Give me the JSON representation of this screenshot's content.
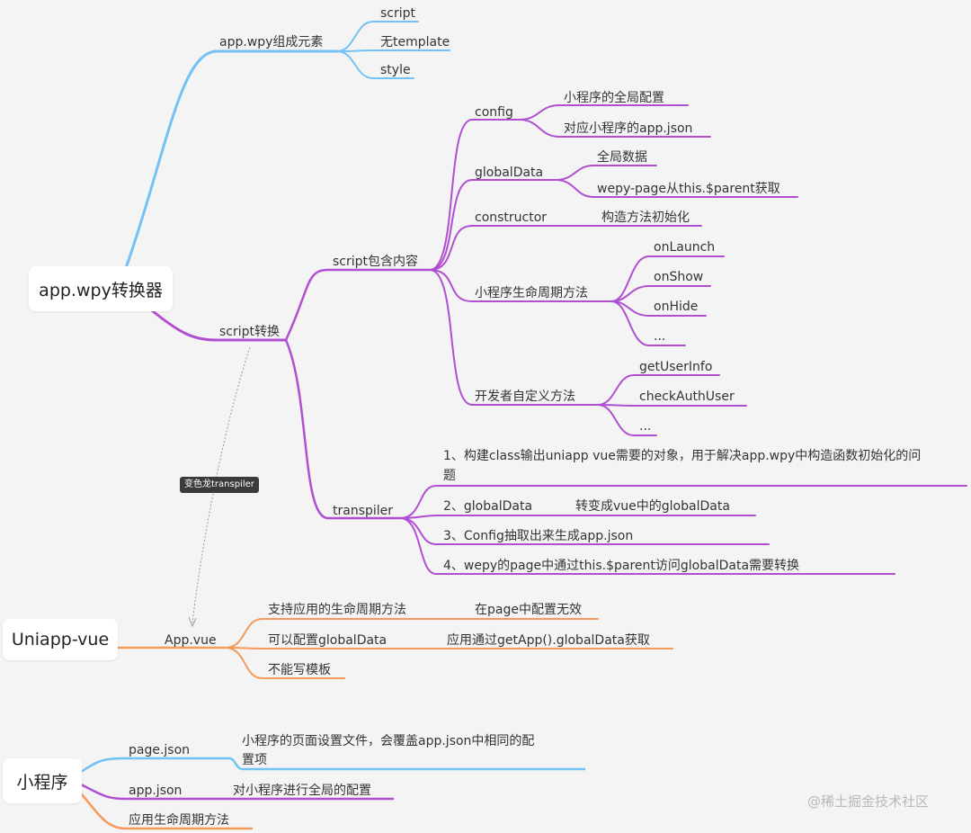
{
  "colors": {
    "blue": "#74c1f5",
    "purple": "#b04fd1",
    "orange": "#f59a5b"
  },
  "roots": {
    "app_wpy": "app.wpy转换器",
    "uniapp_vue": "Uniapp-vue",
    "miniprogram": "小程序"
  },
  "app_wpy_components": {
    "label": "app.wpy组成元素",
    "children": [
      "script",
      "无template",
      "style"
    ]
  },
  "script_convert": {
    "label": "script转换",
    "script_contents": {
      "label": "script包含内容",
      "config": {
        "label": "config",
        "children": [
          "小程序的全局配置",
          "对应小程序的app.json"
        ]
      },
      "globalData": {
        "label": "globalData",
        "children": [
          "全局数据",
          "wepy-page从this.$parent获取"
        ]
      },
      "constructor": {
        "label": "constructor",
        "child": "构造方法初始化"
      },
      "lifecycle": {
        "label": "小程序生命周期方法",
        "children": [
          "onLaunch",
          "onShow",
          "onHide",
          "..."
        ]
      },
      "custom": {
        "label": "开发者自定义方法",
        "children": [
          "getUserInfo",
          "checkAuthUser",
          "..."
        ]
      }
    },
    "transpiler": {
      "label": "transpiler",
      "items": [
        "1、构建class输出uniapp vue需要的对象，用于解决app.wpy中构造函数初始化的问",
        "题",
        "2、globalData",
        "转变成vue中的globalData",
        "3、Config抽取出来生成app.json",
        "4、wepy的page中通过this.$parent访问globalData需要转换"
      ]
    }
  },
  "tooltip": "变色龙transpiler",
  "app_vue": {
    "label": "App.vue",
    "items": [
      {
        "label": "支持应用的生命周期方法",
        "note": "在page中配置无效"
      },
      {
        "label": "可以配置globalData",
        "note": "应用通过getApp().globalData获取"
      },
      {
        "label": "不能写模板",
        "note": ""
      }
    ]
  },
  "miniprogram_nodes": {
    "page_json": {
      "label": "page.json",
      "desc": "小程序的页面设置文件，会覆盖app.json中相同的配",
      "desc2": "置项"
    },
    "app_json": {
      "label": "app.json",
      "desc": "对小程序进行全局的配置"
    },
    "lifecycle": {
      "label": "应用生命周期方法"
    }
  },
  "watermark": "@稀土掘金技术社区"
}
